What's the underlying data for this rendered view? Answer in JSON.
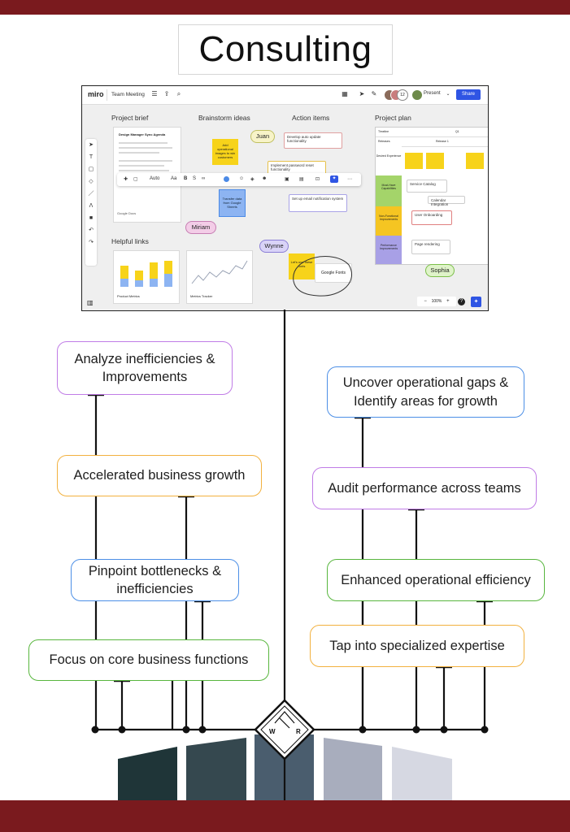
{
  "title": "Consulting",
  "screenshot": {
    "app_logo": "miro",
    "board_name": "Team Meeting",
    "present_label": "Present",
    "share_label": "Share",
    "avatar_count": "12",
    "sections": {
      "project_brief": "Project brief",
      "brainstorm": "Brainstorm ideas",
      "action_items": "Action items",
      "project_plan": "Project plan",
      "helpful_links": "Helpful links"
    },
    "doc_title": "Design Manager Sync Agenda",
    "doc_footer": "Google Docs",
    "sticky_notes": [
      "Add operational images to win customers",
      "Let's use these fonts"
    ],
    "blue_note": "Transfer data from Google Sheets",
    "tasks": [
      "Develop auto update functionality",
      "Implement password reset functionality",
      "Set up email notification system"
    ],
    "cursors": [
      "Juan",
      "Miriam",
      "Wynne",
      "Sophia"
    ],
    "font_card": "Google Fonts",
    "toolbar_auto": "Auto",
    "link_cards": [
      "Product Metrics",
      "Metrics Tracker"
    ],
    "plan_headers": [
      "Timeline",
      "Q1",
      "Releases",
      "Release 1"
    ],
    "plan_rows": [
      "Desired Experience",
      "Must-Have Capabilities",
      "Non-Functional Improvements",
      "Performance Improvements"
    ],
    "plan_cards": [
      "Service Catalog",
      "Calendar Integration",
      "User Onboarding",
      "Page rendering"
    ],
    "zoom": "100%"
  },
  "left_nodes": [
    "Analyze inefficiencies & Improvements",
    "Accelerated business growth",
    "Pinpoint bottlenecks & inefficiencies",
    "Focus on core business functions"
  ],
  "right_nodes": [
    "Uncover operational gaps & Identify areas for growth",
    "Audit performance across teams",
    "Enhanced operational efficiency",
    "Tap into specialized expertise"
  ],
  "logo_letters": [
    "W",
    "R"
  ],
  "colors": {
    "band": "#7a1a1e",
    "purple": "#c07ce6",
    "orange": "#f2b13f",
    "blue": "#4c8fe6",
    "green": "#58b63e",
    "flag1": "#1f3538",
    "flag2": "#35484f",
    "flag3": "#4a5d6e",
    "flag4": "#a8adbd",
    "flag5": "#d6d8e2"
  }
}
